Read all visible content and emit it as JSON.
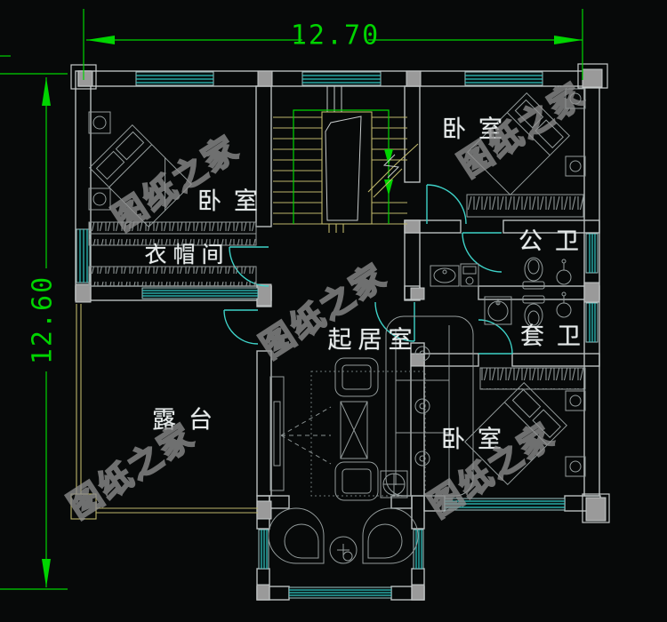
{
  "drawing": {
    "dimensions": {
      "width_label": "12.70",
      "height_label": "12.60"
    },
    "rooms": {
      "bedroom_top_left": "卧室",
      "cloakroom": "衣帽间",
      "bedroom_top_right": "卧室",
      "public_bathroom": "公卫",
      "ensuite_bathroom": "套卫",
      "living_room": "起居室",
      "terrace": "露台",
      "bedroom_bottom_right": "卧室"
    },
    "watermark_text": "图纸之家",
    "colors": {
      "background": "#070909",
      "wall_line": "#b9bfbf",
      "column_fill": "#9a9a9a",
      "window_cyan": "#2fc4c0",
      "door_cyan": "#3ed2c8",
      "dimension_green": "#00d400",
      "stair_tan": "#bdb56a",
      "furniture_gray": "#949c9c",
      "label_white": "#e8ebeb",
      "watermark_gray": "#8d8d8d"
    }
  }
}
